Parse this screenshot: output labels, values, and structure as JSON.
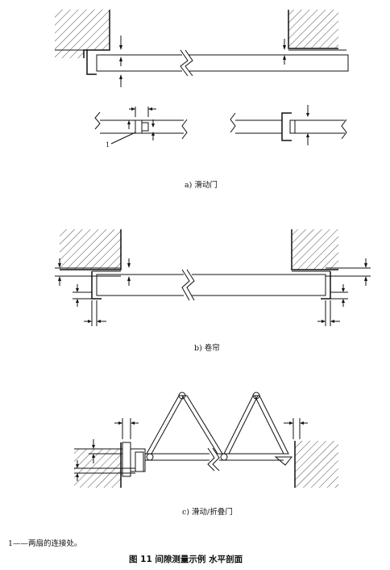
{
  "subfigures": {
    "a": {
      "caption": "a) 滑动门"
    },
    "b": {
      "caption": "b) 卷帘"
    },
    "c": {
      "caption": "c) 滑动/折叠门"
    }
  },
  "callout": {
    "number": "1"
  },
  "note": "1——两扇的连接处。",
  "figure_caption": "图 11  间隙测量示例  水平剖面"
}
